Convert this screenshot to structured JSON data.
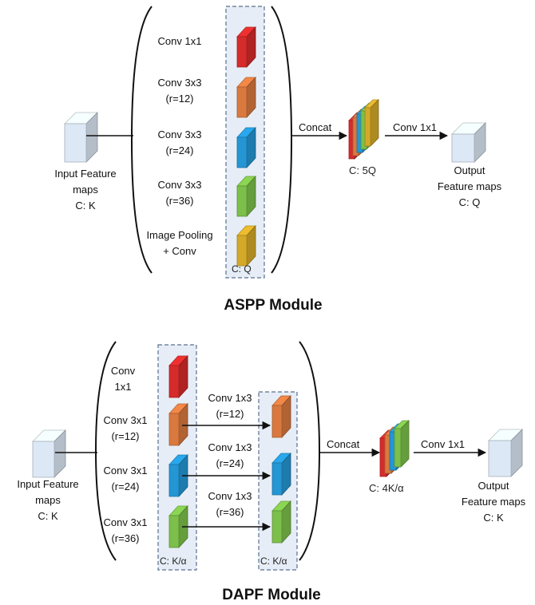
{
  "aspp": {
    "title": "ASPP Module",
    "input": {
      "line1": "Input Feature",
      "line2": "maps",
      "line3": "C: K"
    },
    "branches": [
      {
        "line1": "Conv 1x1",
        "line2": ""
      },
      {
        "line1": "Conv 3x3",
        "line2": "(r=12)"
      },
      {
        "line1": "Conv 3x3",
        "line2": "(r=24)"
      },
      {
        "line1": "Conv 3x3",
        "line2": "(r=36)"
      },
      {
        "line1": "Image Pooling",
        "line2": "+ Conv"
      }
    ],
    "group_caption": "C: Q",
    "concat_label": "Concat",
    "concat_caption": "C: 5Q",
    "conv_label": "Conv 1x1",
    "output": {
      "line1": "Output",
      "line2": "Feature maps",
      "line3": "C: Q"
    },
    "colors": [
      "#d62b2b",
      "#d9793f",
      "#2496d4",
      "#7cbf4a",
      "#d4a928"
    ]
  },
  "dapf": {
    "title": "DAPF Module",
    "input": {
      "line1": "Input Feature",
      "line2": "maps",
      "line3": "C: K"
    },
    "branches": [
      {
        "line1": "Conv",
        "line2": "1x1"
      },
      {
        "line1": "Conv 3x1",
        "line2": "(r=12)"
      },
      {
        "line1": "Conv 3x1",
        "line2": "(r=24)"
      },
      {
        "line1": "Conv 3x1",
        "line2": "(r=36)"
      }
    ],
    "second_convs": [
      {
        "line1": "Conv 1x3",
        "line2": "(r=12)"
      },
      {
        "line1": "Conv 1x3",
        "line2": "(r=24)"
      },
      {
        "line1": "Conv 1x3",
        "line2": "(r=36)"
      }
    ],
    "group1_caption": "C: K/α",
    "group2_caption": "C: K/α",
    "concat_label": "Concat",
    "concat_caption": "C: 4K/α",
    "conv_label": "Conv 1x1",
    "output": {
      "line1": "Output",
      "line2": "Feature maps",
      "line3": "C: K"
    },
    "colors": [
      "#d62b2b",
      "#d9793f",
      "#2496d4",
      "#7cbf4a"
    ]
  },
  "input_color": "#dce8f5",
  "group_fill": "#e6edf6",
  "group_border": "#5a6f8f"
}
